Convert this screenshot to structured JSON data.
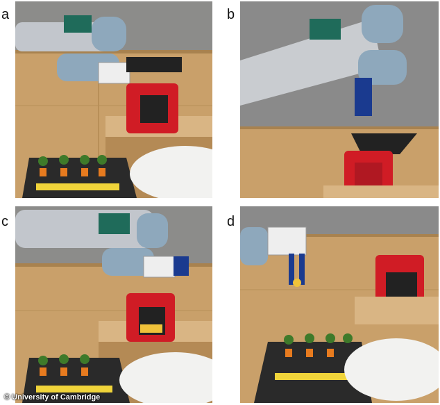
{
  "panels": [
    {
      "letter": "a"
    },
    {
      "letter": "b"
    },
    {
      "letter": "c"
    },
    {
      "letter": "d"
    }
  ],
  "credit": "© University of Cambridge",
  "colors": {
    "wall": "#8a8a8a",
    "plywood": "#c9a06a",
    "robot_blue": "#8ea8bc",
    "toaster_red": "#d01c25",
    "tray": "#2a2a2a",
    "plate": "#f2f2f0"
  }
}
